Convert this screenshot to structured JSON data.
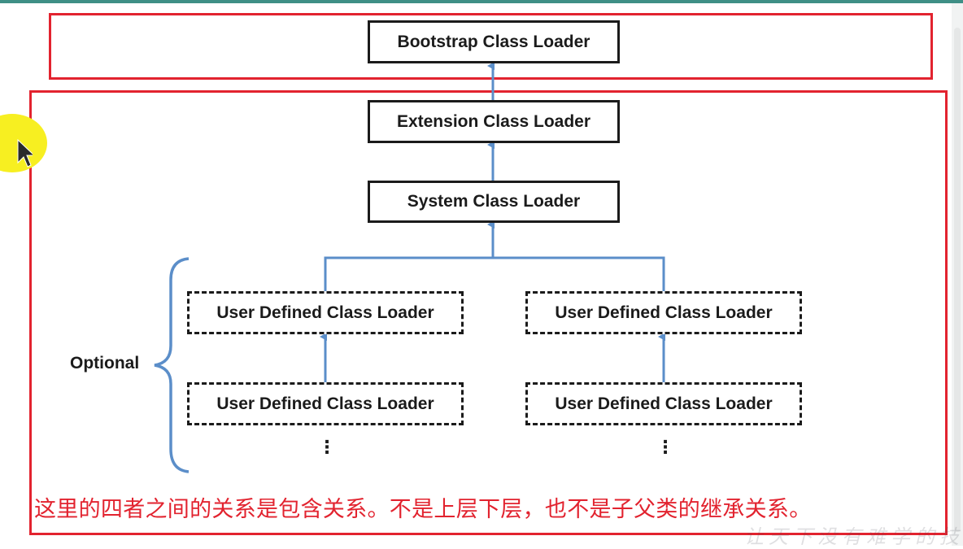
{
  "nodes": {
    "bootstrap": "Bootstrap Class Loader",
    "extension": "Extension Class Loader",
    "system": "System Class Loader",
    "user_left_1": "User Defined Class Loader",
    "user_left_2": "User Defined Class Loader",
    "user_right_1": "User Defined Class Loader",
    "user_right_2": "User Defined Class Loader"
  },
  "optional_label": "Optional",
  "ellipsis": "⋮",
  "caption": "这里的四者之间的关系是包含关系。不是上层下层，也不是子父类的继承关系。",
  "watermark": "让天下没有难学的技术",
  "colors": {
    "frame": "#e2232f",
    "arrow": "#5b8ec9",
    "node_border": "#1b1b1b",
    "caption": "#e2232f",
    "cursor_highlight": "#f7ef21"
  }
}
